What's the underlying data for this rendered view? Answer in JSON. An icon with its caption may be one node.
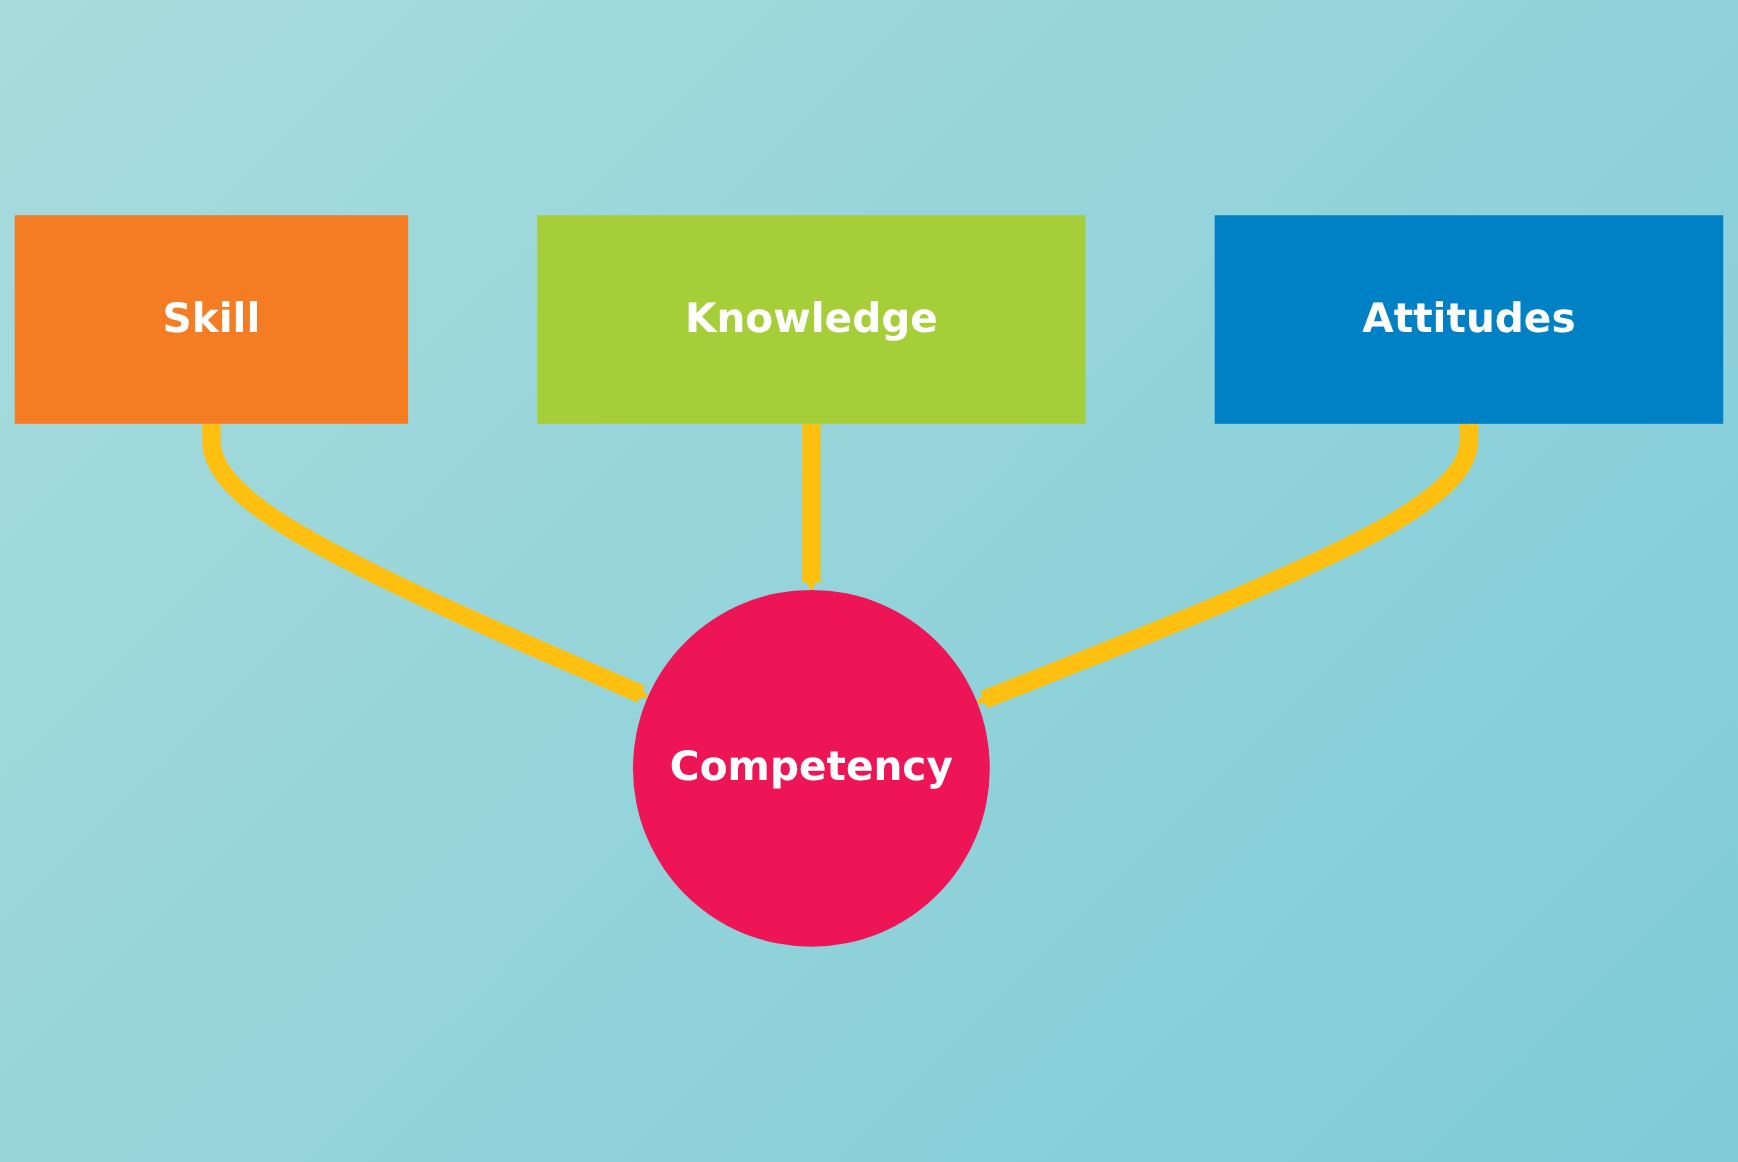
{
  "diagram": {
    "nodes": [
      {
        "text": [
          "Skill"
        ]
      },
      {
        "text": [
          "Knowledge"
        ]
      },
      {
        "text": [
          "Attitudes"
        ]
      },
      {
        "text": [
          "Competency"
        ]
      }
    ],
    "edges": [
      {
        "from": 0,
        "to": 3,
        "arrow": "to"
      },
      {
        "from": 1,
        "to": 3,
        "arrow": "to"
      },
      {
        "from": 2,
        "to": 3,
        "arrow": "to"
      }
    ]
  }
}
